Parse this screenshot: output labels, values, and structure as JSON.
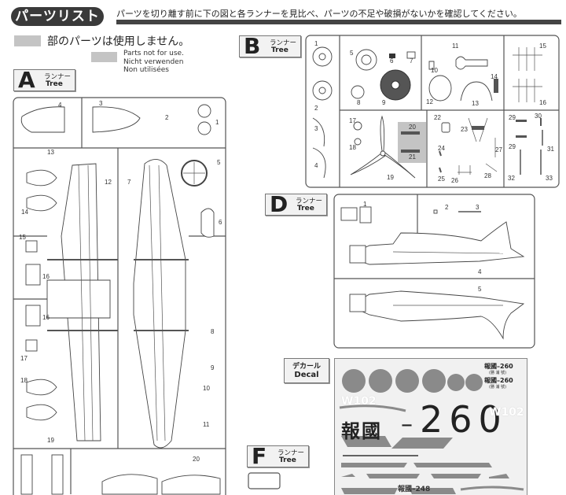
{
  "header": {
    "title": "パーツリスト",
    "instruction": "パーツを切り離す前に下の図と各ランナーを見比べ、パーツの不足や破損がないかを確認してください。"
  },
  "legend": {
    "jp": "部のパーツは使用しません。",
    "en": [
      "Parts not for use.",
      "Nicht verwenden",
      "Non utilisées"
    ],
    "swatch_color": "#c4c4c4"
  },
  "trees": {
    "A": {
      "letter": "A",
      "jp": "ランナー",
      "en": "Tree",
      "parts": [
        "1",
        "2",
        "3",
        "4",
        "5",
        "6",
        "7",
        "8",
        "9",
        "10",
        "11",
        "12",
        "13",
        "14",
        "15",
        "16",
        "16",
        "17",
        "18",
        "19",
        "20"
      ]
    },
    "B": {
      "letter": "B",
      "jp": "ランナー",
      "en": "Tree",
      "parts": [
        "1",
        "2",
        "3",
        "4",
        "5",
        "6",
        "7",
        "8",
        "9",
        "10",
        "11",
        "12",
        "13",
        "14",
        "15",
        "16",
        "17",
        "18",
        "19",
        "20",
        "21",
        "22",
        "23",
        "24",
        "25",
        "26",
        "27",
        "28",
        "29",
        "29",
        "30",
        "31",
        "32",
        "33"
      ],
      "not_for_use": [
        "20",
        "21"
      ]
    },
    "D": {
      "letter": "D",
      "jp": "ランナー",
      "en": "Tree",
      "parts": [
        "1",
        "2",
        "3",
        "4",
        "5"
      ]
    },
    "F": {
      "letter": "F",
      "jp": "ランナー",
      "en": "Tree"
    }
  },
  "decal": {
    "jp": "デカール",
    "en": "Decal",
    "big_text": "報國",
    "dash": "–",
    "number": "260",
    "small_text_1": "報國–260",
    "small_sub_1": "(勝 浦 號)",
    "small_text_2": "報國–260",
    "small_sub_2": "(勝 浦 號)",
    "bottom_text": "報國–248",
    "white_text": "W102",
    "hinomaru_color": "#8a8a8a",
    "sheet_color": "#f1f1f1"
  }
}
